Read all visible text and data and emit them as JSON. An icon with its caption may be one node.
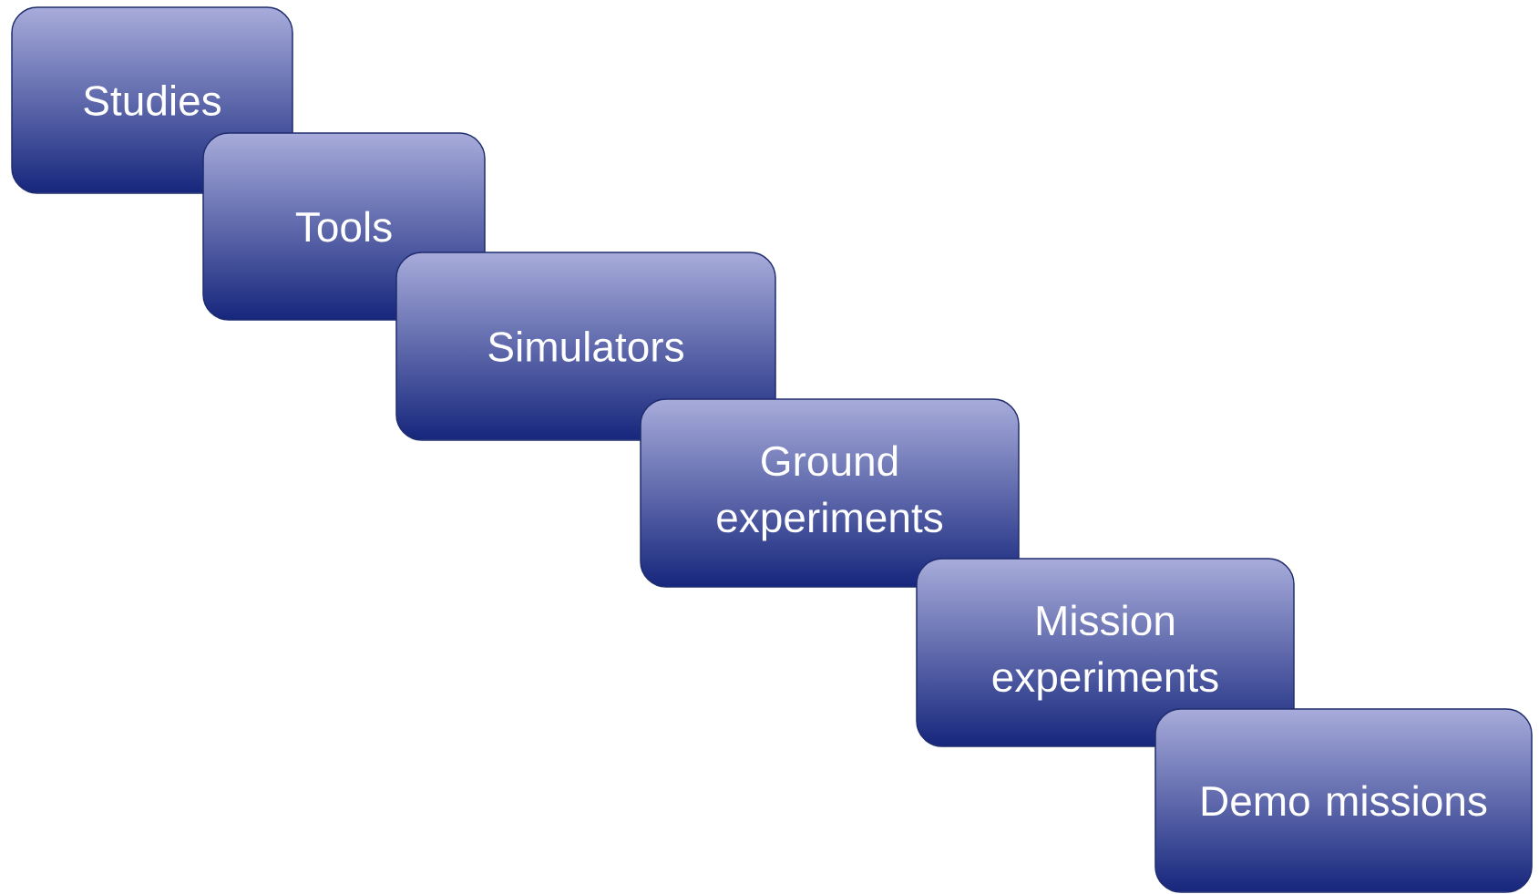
{
  "diagram": {
    "nodes": [
      {
        "text": [
          "Studies"
        ]
      },
      {
        "text": [
          "Tools"
        ]
      },
      {
        "text": [
          "Simulators"
        ]
      },
      {
        "text": [
          "Ground experiments"
        ]
      },
      {
        "text": [
          "Mission experiments"
        ]
      },
      {
        "text": [
          "Demo missions"
        ]
      }
    ]
  }
}
